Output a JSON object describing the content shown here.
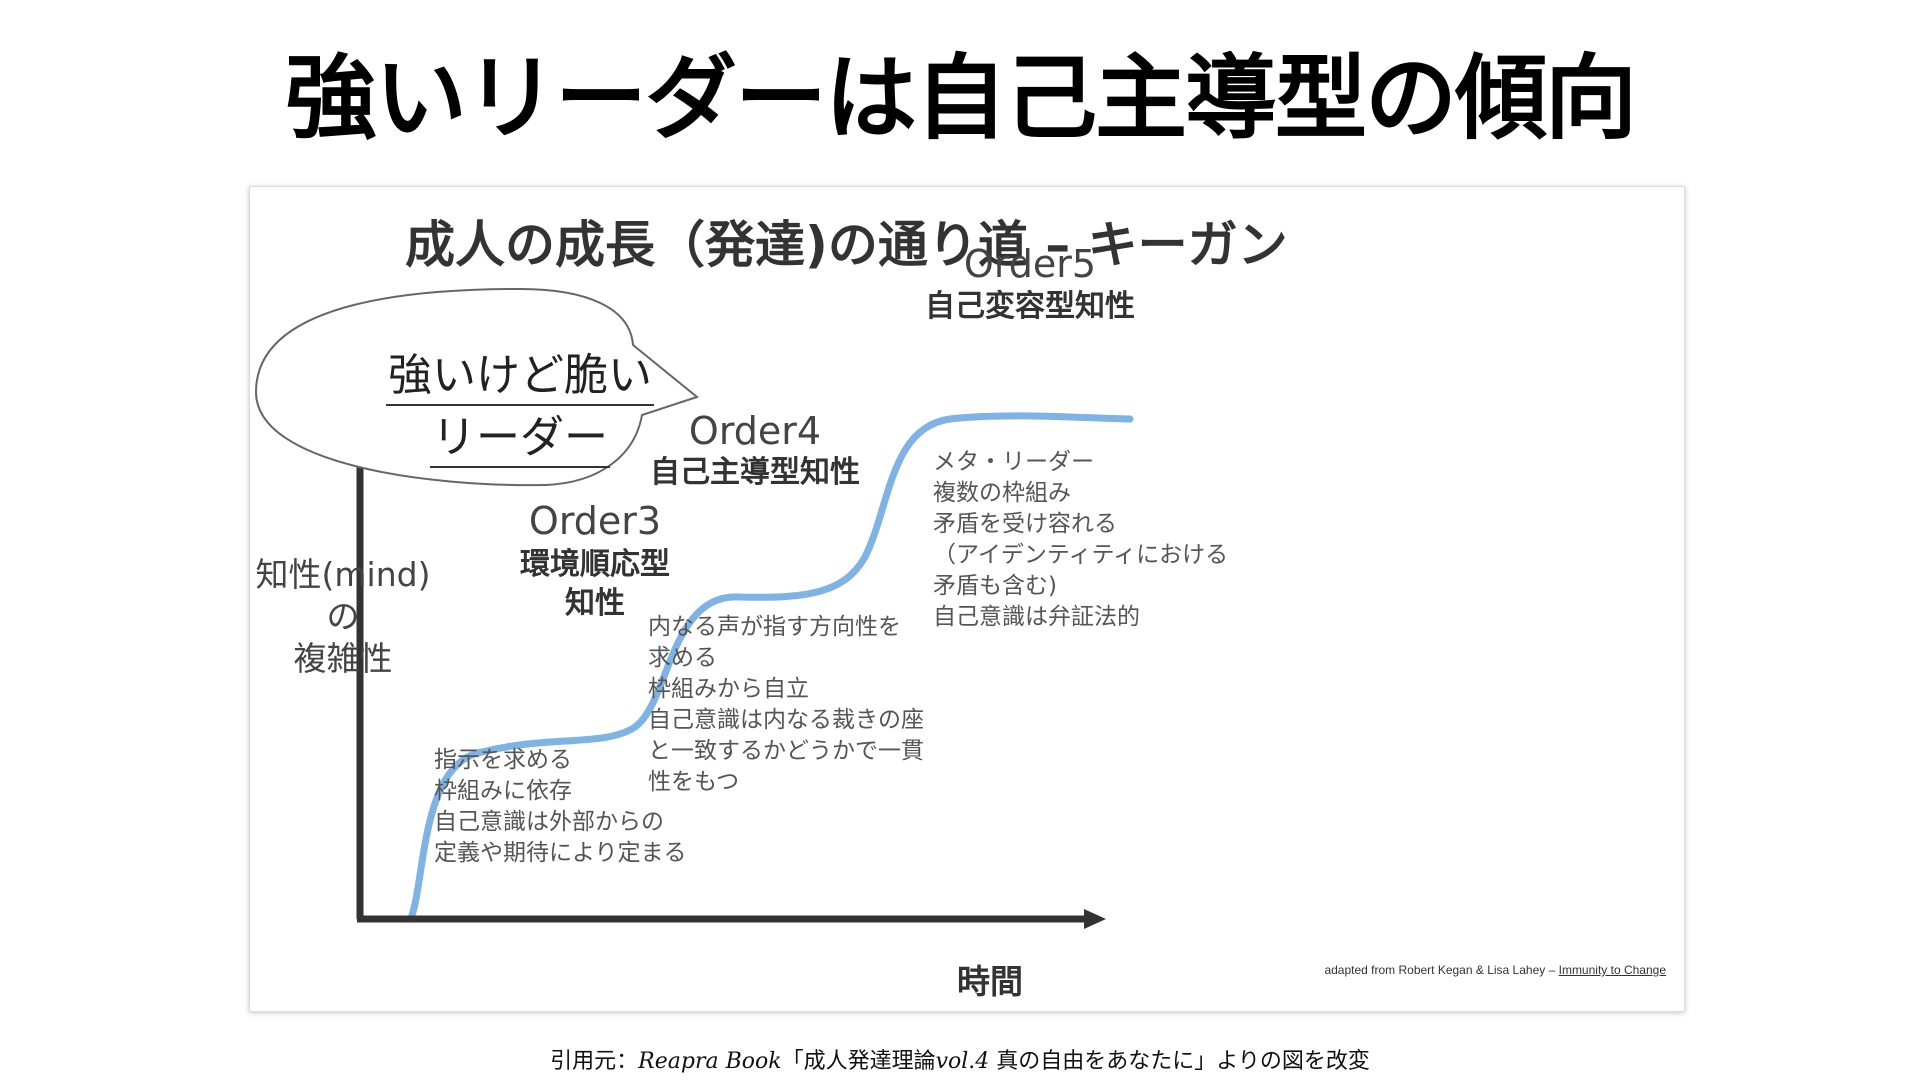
{
  "main_title": "強いリーダーは自己主導型の傾向",
  "slide": {
    "title": "成人の成長（発達)の通り道 – キーガン",
    "y_axis_label": [
      "知性(mind)",
      "の",
      "複雑性"
    ],
    "x_axis_label": "時間",
    "credit_prefix": "adapted from Robert Kegan & Lisa Lahey –",
    "credit_link": "Immunity to Change"
  },
  "bubble": {
    "lines": [
      "強いけど脆い",
      "リーダー"
    ]
  },
  "orders": [
    {
      "name": "Order3",
      "type": [
        "環境順応型",
        "知性"
      ],
      "desc": [
        "指示を求める",
        "枠組みに依存",
        "自己意識は外部からの",
        "定義や期待により定まる"
      ]
    },
    {
      "name": "Order4",
      "type": [
        "自己主導型知性"
      ],
      "desc": [
        "内なる声が指す方向性を",
        "求める",
        "枠組みから自立",
        "自己意識は内なる裁きの座",
        "と一致するかどうかで一貫",
        "性をもつ"
      ]
    },
    {
      "name": "Order5",
      "type": [
        "自己変容型知性"
      ],
      "desc": [
        "メタ・リーダー",
        "複数の枠組み",
        "矛盾を受け容れる",
        "（アイデンティティにおける",
        "矛盾も含む)",
        "自己意識は弁証法的"
      ]
    }
  ],
  "citation": {
    "prefix": "引用元：",
    "book": "Reapra Book",
    "open_quote": "「成人発達理論",
    "volume": "vol.4",
    "rest": "真の自由をあなたに」よりの図を改変"
  },
  "colors": {
    "curve": "#7fb2e5",
    "axis": "#333333",
    "bubble_fill": "#ffffff",
    "bubble_stroke": "#666666"
  }
}
